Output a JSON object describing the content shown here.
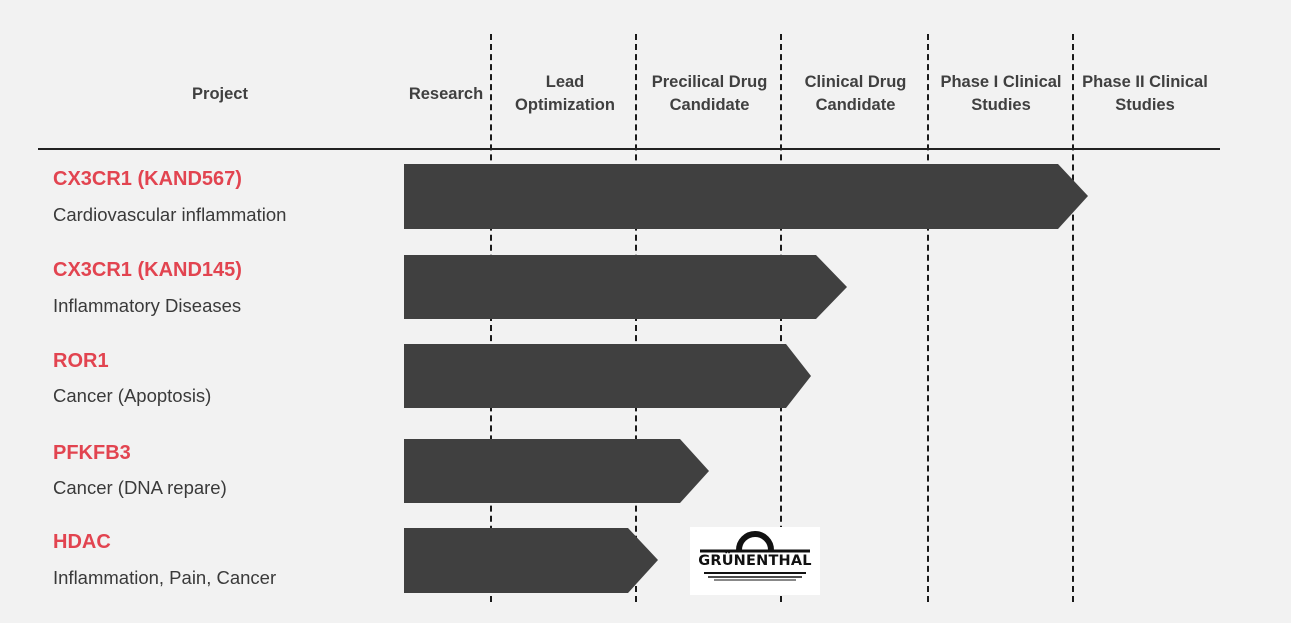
{
  "columns": [
    {
      "label": "Project"
    },
    {
      "label": "Research"
    },
    {
      "label": "Lead\nOptimization"
    },
    {
      "label": "Precilical Drug\nCandidate"
    },
    {
      "label": "Clinical Drug\nCandidate"
    },
    {
      "label": "Phase I Clinical\nStudies"
    },
    {
      "label": "Phase II Clinical\nStudies"
    }
  ],
  "projects": [
    {
      "name": "CX3CR1 (KAND567)",
      "description": "Cardiovascular inflammation",
      "progress_stage": "Phase II Clinical Studies (start)"
    },
    {
      "name": "CX3CR1 (KAND145)",
      "description": "Inflammatory  Diseases",
      "progress_stage": "Clinical Drug Candidate"
    },
    {
      "name": "ROR1",
      "description": "Cancer (Apoptosis)",
      "progress_stage": "Clinical Drug Candidate (start)"
    },
    {
      "name": "PFKFB3",
      "description": "Cancer (DNA repare)",
      "progress_stage": "Precilical Drug Candidate"
    },
    {
      "name": "HDAC",
      "description": "Inflammation,  Pain, Cancer",
      "progress_stage": "Precilical Drug Candidate (start)"
    }
  ],
  "partner_logo": {
    "text": "GRÜNENTHAL",
    "row": "HDAC"
  },
  "colors": {
    "bar": "#404040",
    "project_name": "#e24450",
    "text": "#3a3a3a",
    "background": "#f2f2f2"
  }
}
